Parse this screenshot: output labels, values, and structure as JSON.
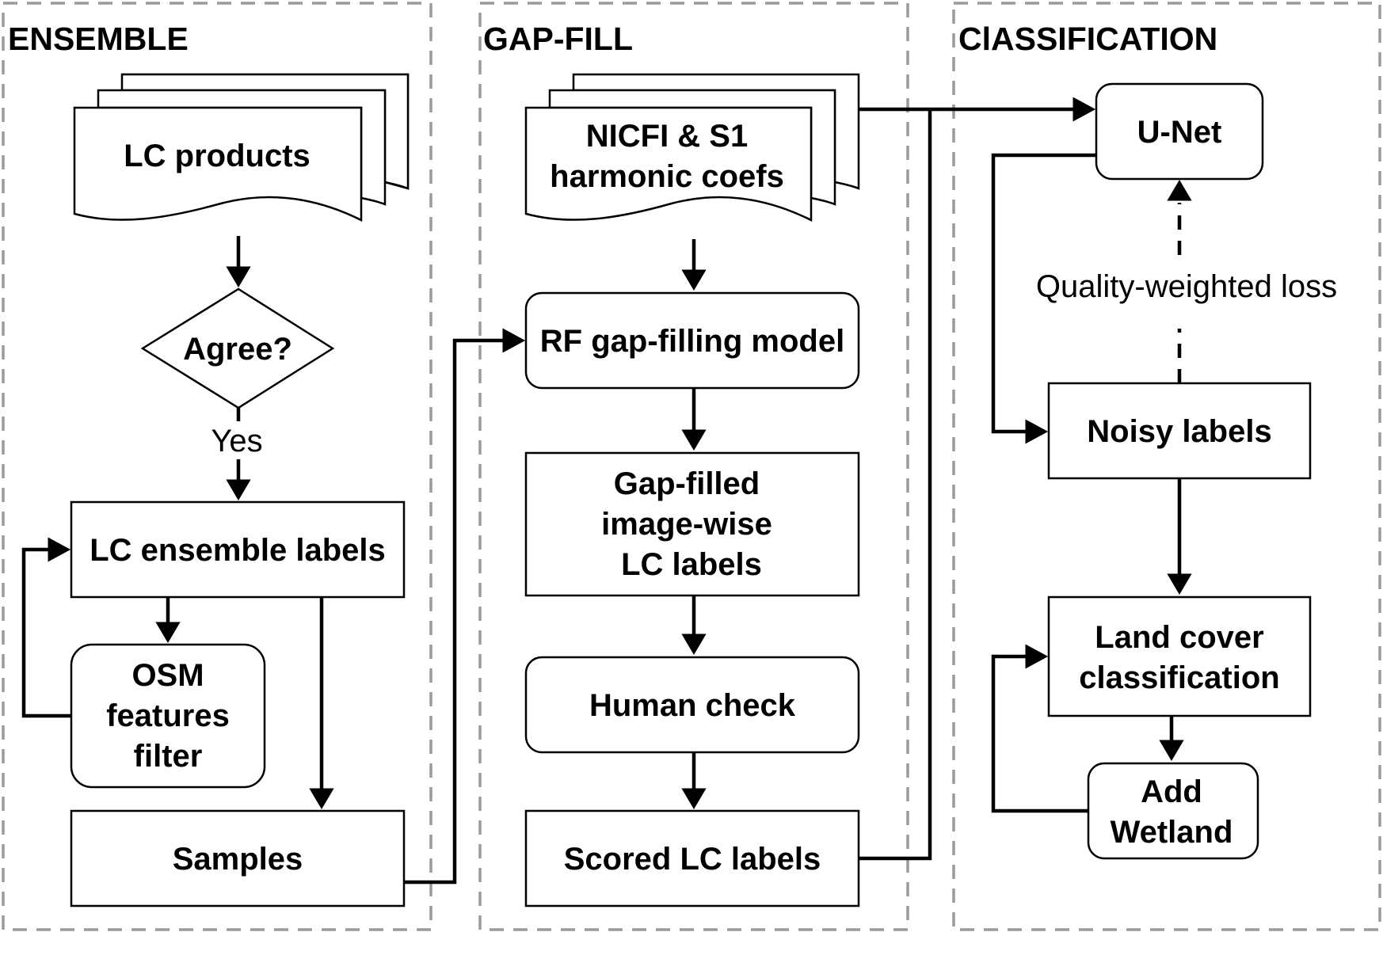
{
  "sections": {
    "ensemble": "ENSEMBLE",
    "gapfill": "GAP-FILL",
    "classification": "ClASSIFICATION"
  },
  "nodes": {
    "lc_products": "LC products",
    "agree": "Agree?",
    "lc_ensemble_labels": "LC ensemble labels",
    "osm_filter": [
      "OSM",
      "features",
      "filter"
    ],
    "samples": "Samples",
    "nicfi": [
      "NICFI & S1",
      "harmonic coefs"
    ],
    "rf_model": "RF gap-filling model",
    "gap_filled": [
      "Gap-filled",
      "image-wise",
      "LC labels"
    ],
    "human_check": "Human check",
    "scored_labels": "Scored LC labels",
    "unet": "U-Net",
    "noisy_labels": "Noisy labels",
    "land_cover": [
      "Land cover",
      "classification"
    ],
    "add_wetland": [
      "Add",
      "Wetland"
    ]
  },
  "edge_labels": {
    "yes": "Yes",
    "quality_loss": "Quality-weighted loss"
  }
}
